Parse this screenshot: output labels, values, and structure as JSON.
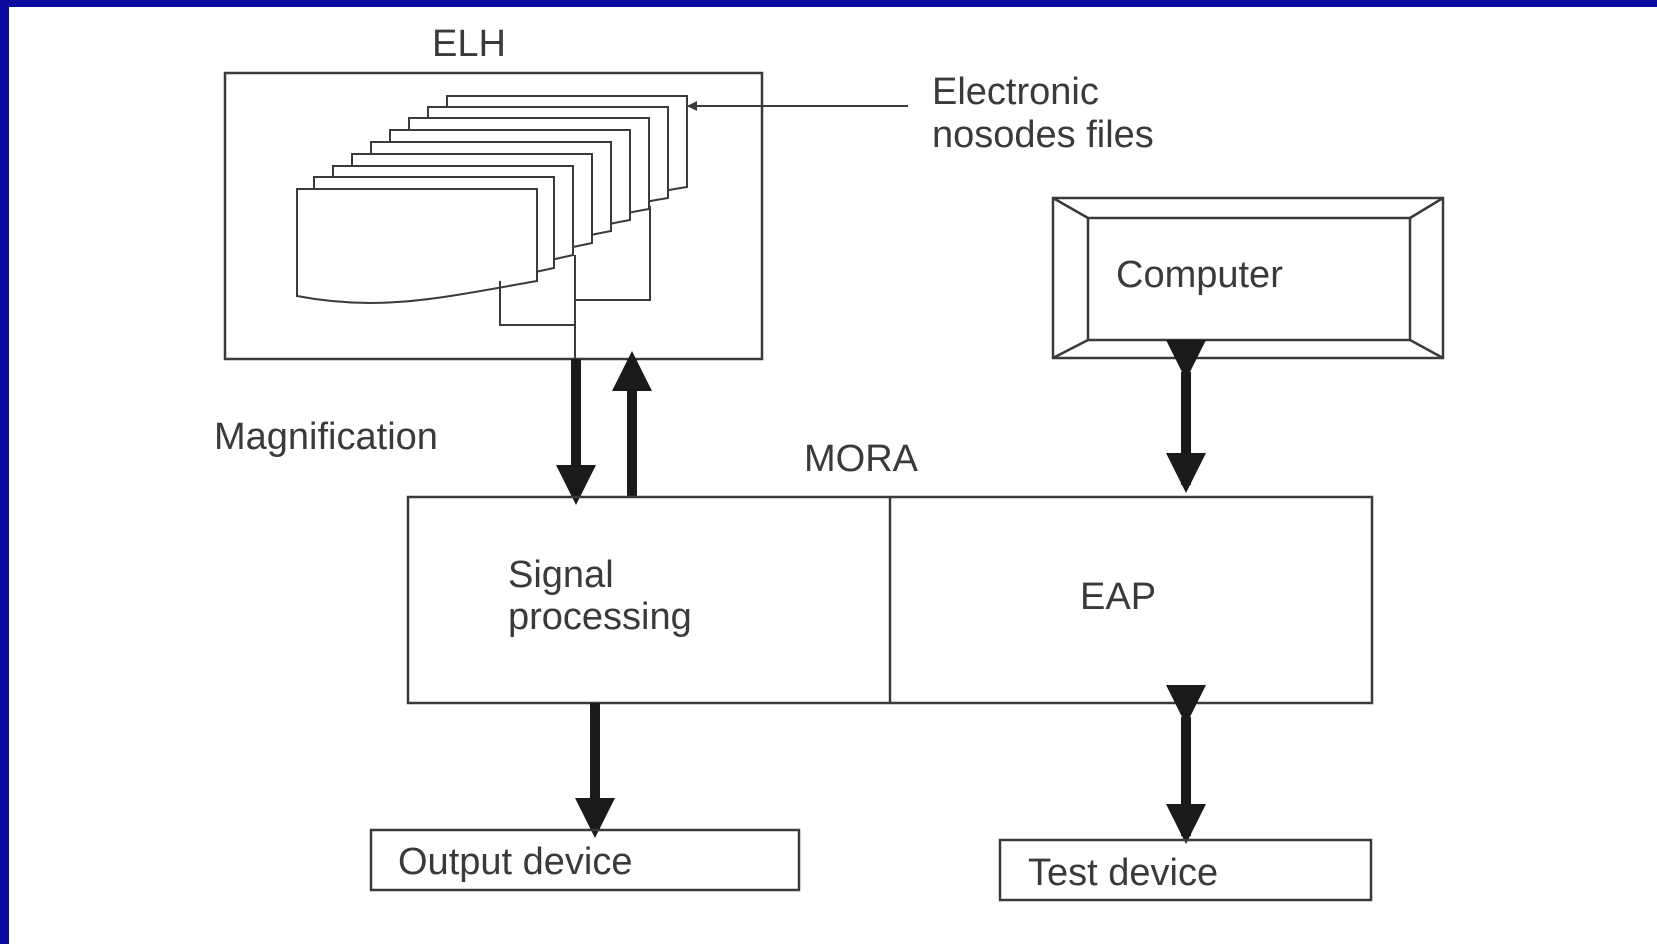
{
  "diagram": {
    "elh_label": "ELH",
    "files_label_line1": "Electronic",
    "files_label_line2": "nosodes files",
    "computer_label": "Computer",
    "magnification_label": "Magnification",
    "mora_label": "MORA",
    "signal_label_line1": "Signal",
    "signal_label_line2": "processing",
    "eap_label": "EAP",
    "output_label": "Output device",
    "test_label": "Test device",
    "colors": {
      "frame": "#0a0a9e",
      "line": "#3a3a3a",
      "arrow": "#1a1a1a"
    }
  }
}
